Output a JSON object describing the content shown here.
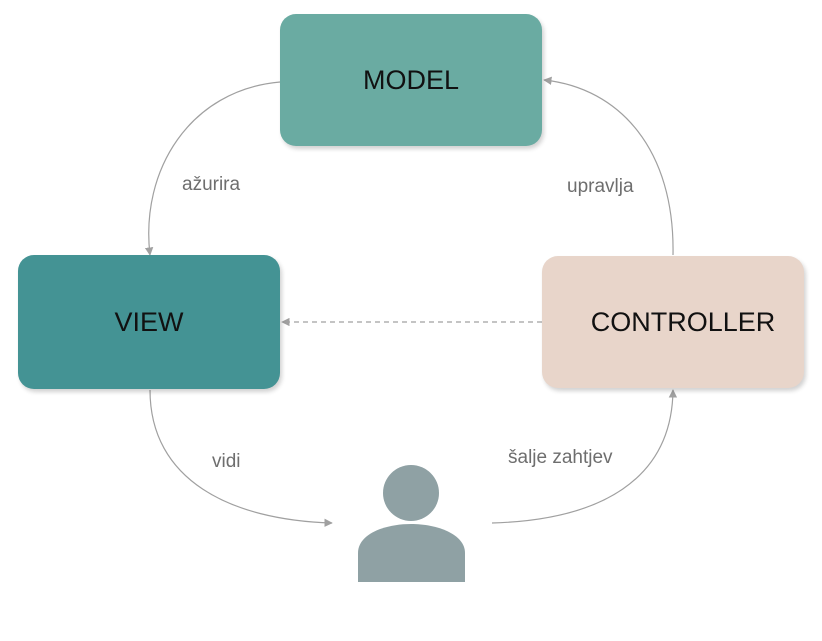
{
  "nodes": {
    "model": {
      "label": "MODEL",
      "color": "#6aaba2"
    },
    "view": {
      "label": "VIEW",
      "color": "#449394"
    },
    "controller": {
      "label": "CONTROLLER",
      "color": "#e8d5ca"
    }
  },
  "edges": {
    "model_to_view": "ažurira",
    "controller_to_model": "upravlja",
    "view_to_user": "vidi",
    "user_to_controller": "šalje zahtjev"
  },
  "user_icon": {
    "name": "user-icon",
    "color": "#8fa1a4"
  },
  "connector_color": "#a0a0a0"
}
